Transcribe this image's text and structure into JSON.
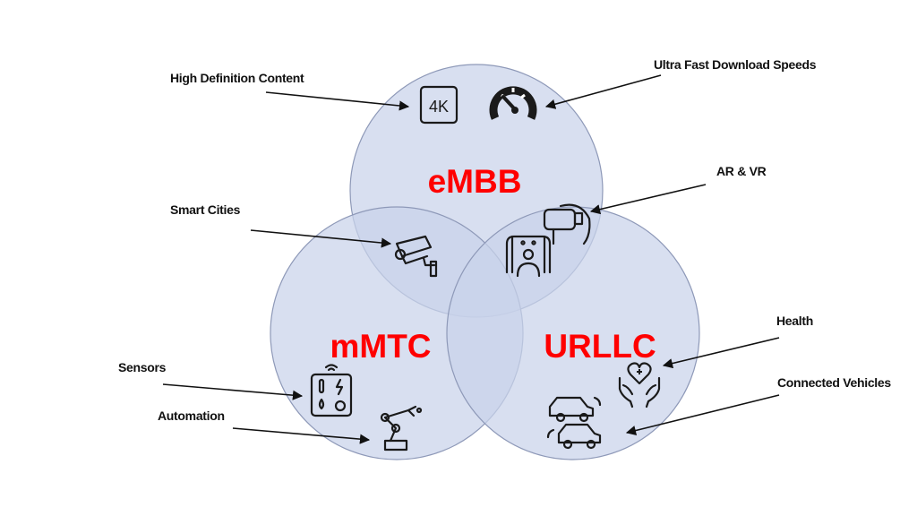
{
  "colors": {
    "circle_fill": "#c9d2ea",
    "label_red": "#ff0000",
    "ink": "#111111"
  },
  "circles": {
    "embb": {
      "label": "eMBB"
    },
    "mmtc": {
      "label": "mMTC"
    },
    "urllc": {
      "label": "URLLC"
    }
  },
  "callouts": {
    "hd_content": "High Definition Content",
    "download_speeds": "Ultra Fast Download Speeds",
    "ar_vr": "AR & VR",
    "smart_cities": "Smart Cities",
    "health": "Health",
    "sensors": "Sensors",
    "connected_vehicles": "Connected Vehicles",
    "automation": "Automation"
  },
  "icons": {
    "hd_content": {
      "name": "4k-icon",
      "text": "4K"
    },
    "download_speeds": {
      "name": "speedometer-icon"
    },
    "ar_vr": {
      "name": "vr-headset-icon"
    },
    "smart_cities": {
      "name": "cctv-camera-icon"
    },
    "remote_ops": {
      "name": "remote-operator-icon"
    },
    "health": {
      "name": "health-hands-icon"
    },
    "sensors": {
      "name": "sensor-panel-icon"
    },
    "connected_vehicles": {
      "name": "connected-cars-icon"
    },
    "automation": {
      "name": "robot-arm-icon"
    }
  }
}
